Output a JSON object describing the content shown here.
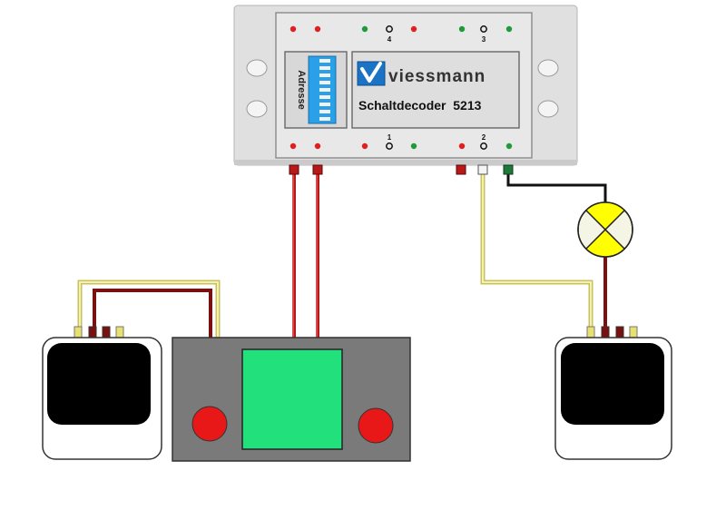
{
  "decoder": {
    "brand": "viessmann",
    "model_label": "Schaltdecoder  5213",
    "address_label": "Adresse",
    "top_terminal_numbers": [
      "4",
      "3"
    ],
    "bottom_terminal_numbers": [
      "1",
      "2"
    ],
    "body_color": "#e2e2e2"
  },
  "colors": {
    "wire_red": "#c01818",
    "wire_dark_red": "#8a1010",
    "wire_yellow": "#e8e098",
    "wire_black": "#111111",
    "controller_body": "#7a7a7a",
    "controller_screen": "#22e07c",
    "controller_knobs": "#e81818",
    "lamp_yellow": "#ffff00",
    "dip_switch_blue": "#2aa0e8"
  }
}
